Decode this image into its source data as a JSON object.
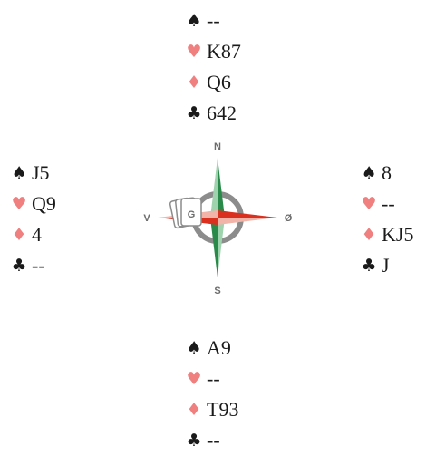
{
  "colors": {
    "black_suit": "#1a1a1a",
    "red_suit": "#f08080",
    "compass_ring": "#8c8c8c",
    "compass_green": "#2a8a4a",
    "compass_green_light": "#9fd3ae",
    "compass_red": "#d9301f",
    "compass_red_light": "#f2b3a8"
  },
  "suit_icons": {
    "spades": "♠",
    "hearts": "♥",
    "diamonds": "♦",
    "clubs": "♣"
  },
  "compass": {
    "north": "N",
    "south": "S",
    "west": "V",
    "east": "Ø",
    "card_letter": "G",
    "icon": "compass-rose-icon"
  },
  "hands": {
    "north": {
      "spades": "--",
      "hearts": "K87",
      "diamonds": "Q6",
      "clubs": "642"
    },
    "west": {
      "spades": "J5",
      "hearts": "Q9",
      "diamonds": "4",
      "clubs": "--"
    },
    "east": {
      "spades": "8",
      "hearts": "--",
      "diamonds": "KJ5",
      "clubs": "J"
    },
    "south": {
      "spades": "A9",
      "hearts": "--",
      "diamonds": "T93",
      "clubs": "--"
    }
  }
}
